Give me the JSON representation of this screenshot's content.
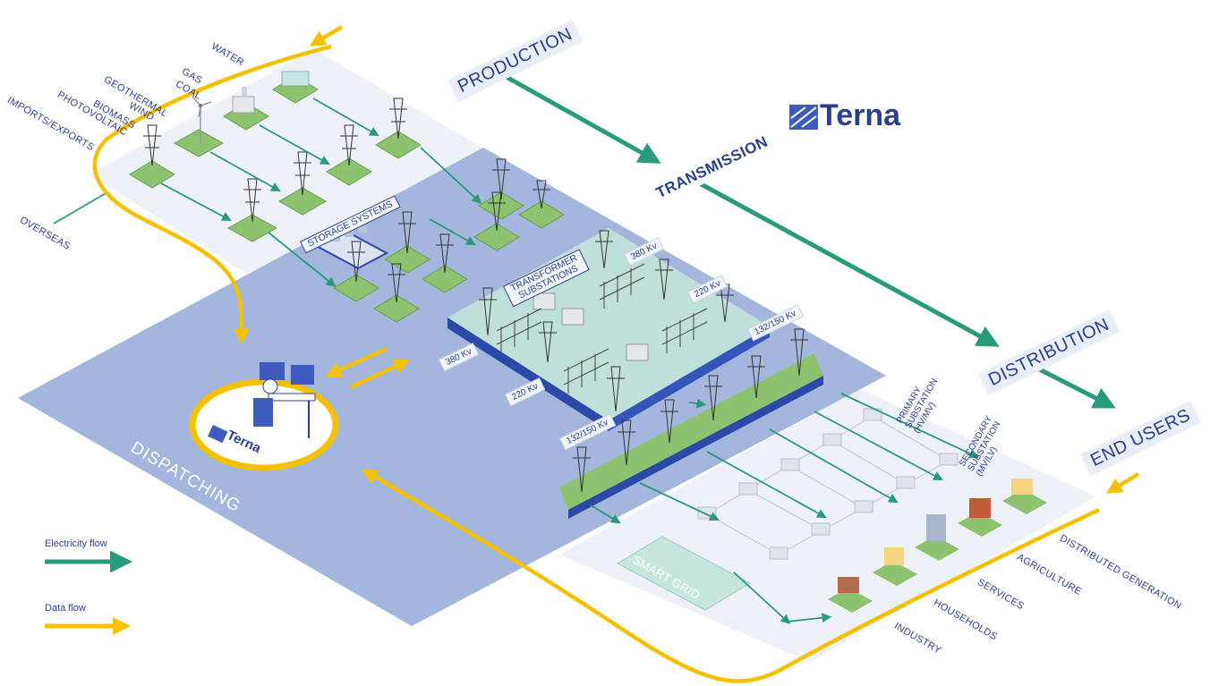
{
  "sources": [
    "WATER",
    "GAS",
    "COAL",
    "GEOTHERMAL",
    "WIND",
    "BIOMASS",
    "PHOTOVOLTAIC",
    "IMPORTS/EXPORTS",
    "OVERSEAS"
  ],
  "stages": {
    "production": "PRODUCTION",
    "transmission": "TRANSMISSION",
    "distribution": "DISTRIBUTION",
    "end_users": "END USERS"
  },
  "brand": {
    "name": "Terna"
  },
  "boxes": {
    "storage": "STORAGE SYSTEMS",
    "transformer_1": "TRANSFORMER",
    "transformer_2": "SUBSTATIONS",
    "smart_grid": "SMART GRID"
  },
  "voltages": {
    "v380_right": "380 Kv",
    "v220_right": "220 Kv",
    "v132_right": "132/150 Kv",
    "v380_left": "380 Kv",
    "v220_left": "220 Kv",
    "v132_left": "132/150 Kv"
  },
  "substations": {
    "primary_1": "PRIMARY",
    "primary_2": "SUBSTATION",
    "primary_3": "(HV/MV)",
    "secondary_1": "SECONDARY",
    "secondary_2": "SUBSTATION",
    "secondary_3": "(MV/LV)"
  },
  "end_users": [
    "DISTRIBUTED GENERATION",
    "AGRICULTURE",
    "SERVICES",
    "HOUSEHOLDS",
    "INDUSTRY"
  ],
  "dispatching": "DISPATCHING",
  "legend": {
    "electricity": "Electricity flow",
    "data": "Data flow"
  },
  "colors": {
    "electricity": "#2a9a7c",
    "data": "#f5c000",
    "navy": "#2b3f8f",
    "plane": "#a3b6dc",
    "grass": "#8dc26f"
  }
}
